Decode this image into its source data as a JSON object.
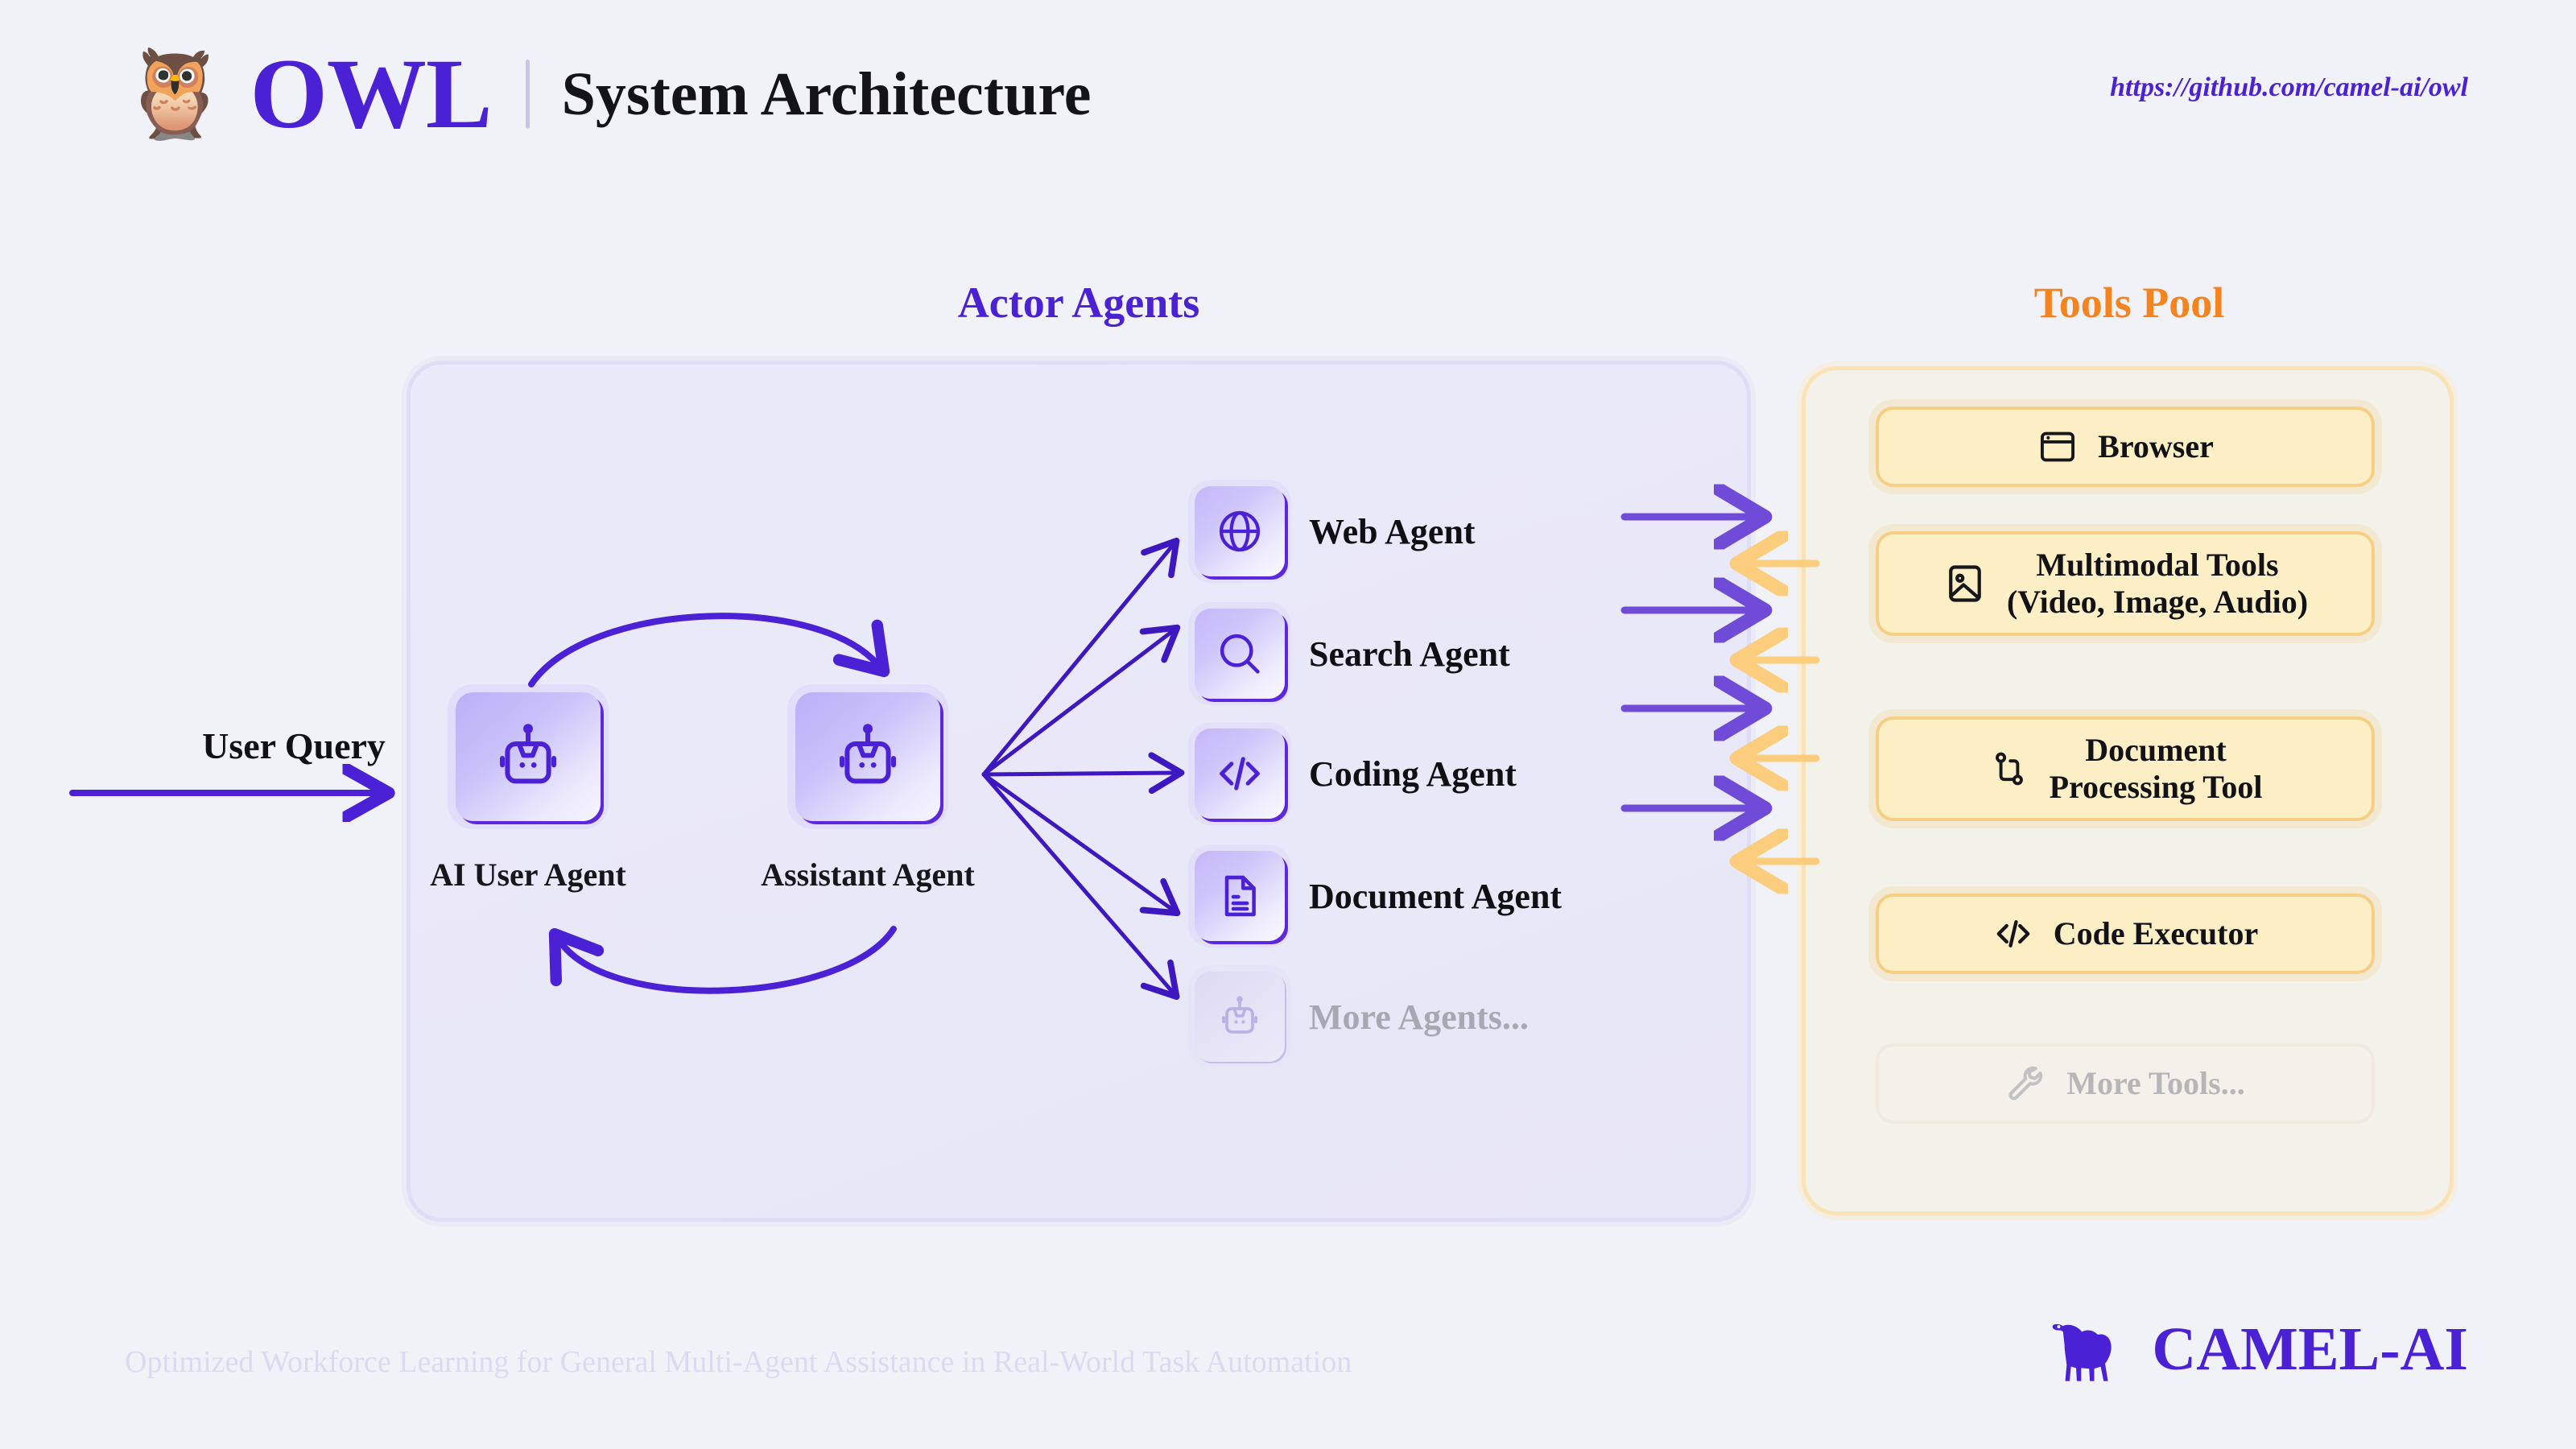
{
  "header": {
    "owl_icon": "owl-emoji",
    "brand": "OWL",
    "title": "System Architecture",
    "repo_url": "https://github.com/camel-ai/owl"
  },
  "flow": {
    "user_query_label": "User Query"
  },
  "actor_section": {
    "title": "Actor Agents",
    "pair": [
      {
        "caption": "AI User Agent",
        "icon": "robot-icon"
      },
      {
        "caption": "Assistant Agent",
        "icon": "robot-icon"
      }
    ],
    "agents": [
      {
        "label": "Web Agent",
        "icon": "globe-icon",
        "muted": false
      },
      {
        "label": "Search Agent",
        "icon": "search-icon",
        "muted": false
      },
      {
        "label": "Coding Agent",
        "icon": "code-icon",
        "muted": false
      },
      {
        "label": "Document Agent",
        "icon": "document-icon",
        "muted": false
      },
      {
        "label": "More Agents...",
        "icon": "robot-icon",
        "muted": true
      }
    ]
  },
  "tools_section": {
    "title": "Tools Pool",
    "tools": [
      {
        "label": "Browser",
        "icon": "browser-icon",
        "muted": false
      },
      {
        "label": "Multimodal Tools\n(Video, Image, Audio)",
        "icon": "image-icon",
        "muted": false
      },
      {
        "label": "Document\nProcessing Tool",
        "icon": "git-fork-icon",
        "muted": false
      },
      {
        "label": "Code Executor",
        "icon": "code-icon",
        "muted": false
      },
      {
        "label": "More Tools...",
        "icon": "wrench-icon",
        "muted": true
      }
    ]
  },
  "connections": {
    "outbound_label": "agent-to-tool",
    "inbound_label": "tool-to-agent",
    "outbound_count": 4,
    "inbound_count": 4
  },
  "footer": {
    "tagline": "Optimized Workforce Learning for General Multi-Agent Assistance in Real-World Task Automation",
    "logo_text": "CAMEL-AI",
    "logo_icon": "camel-icon"
  },
  "colors": {
    "background": "#f1f2f7",
    "purple": "#4b21d6",
    "purple_deep": "#5b28e0",
    "orange": "#f5841f",
    "orange_light": "#f7cf84",
    "cream": "#fceec5",
    "panel_lavender": "#e9e8f8",
    "muted_text": "#a8a8b2"
  }
}
